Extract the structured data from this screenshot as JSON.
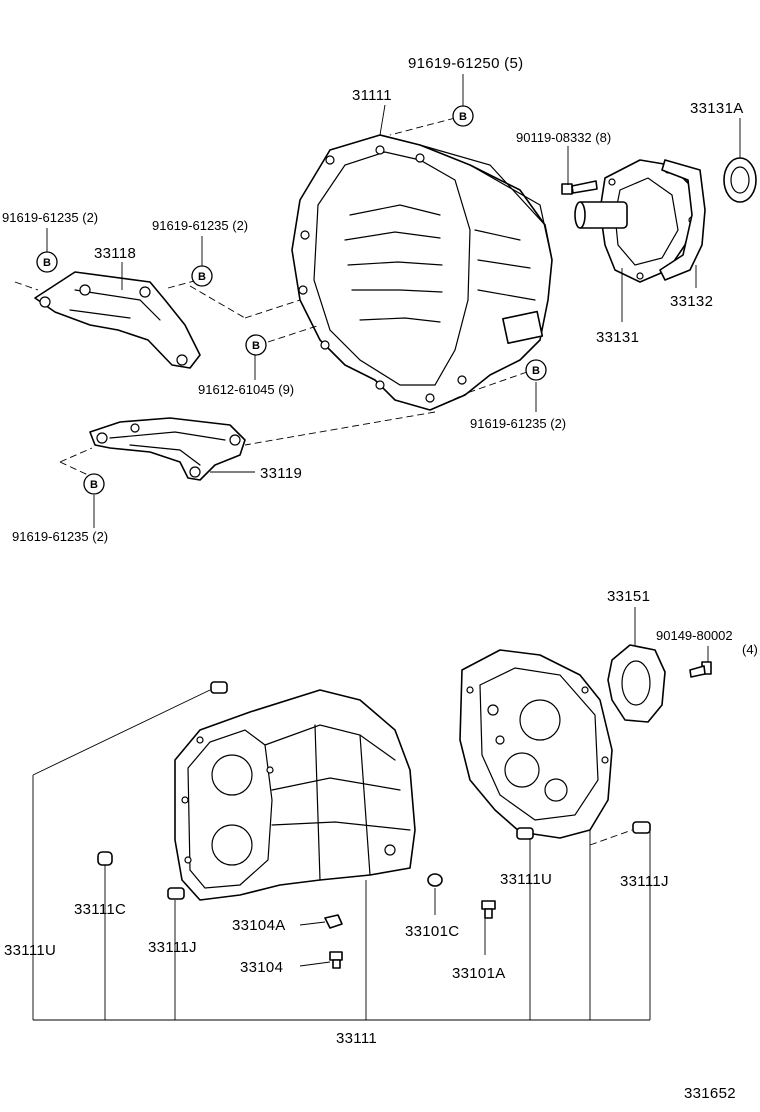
{
  "labels": {
    "housing_upper": "31111",
    "bolt_top": "91619-61250 (5)",
    "seal_top_right": "33131A",
    "bolt_retainer": "90119-08332 (8)",
    "bolt_left_bracket": "91619-61235 (2)",
    "bolt_left_mid": "91619-61235 (2)",
    "bracket_upper": "33118",
    "gasket": "33132",
    "retainer": "33131",
    "bolt_housing": "91612-61045 (9)",
    "bolt_right": "91619-61235 (2)",
    "bracket_lower": "33119",
    "bolt_lower": "91619-61235 (2)",
    "extension_seal": "33151",
    "bolt_extension": "90149-80002",
    "bolt_extension_qty": "(4)",
    "pin_c_left": "33111C",
    "pin_u_left": "33111U",
    "pin_j_left": "33111J",
    "plug_a": "33104A",
    "plug": "33104",
    "plug_c": "33101C",
    "plug_a2": "33101A",
    "pin_u_right": "33111U",
    "pin_j_right": "33111J",
    "case_main": "33111",
    "diagram_code": "331652"
  },
  "marker": {
    "symbol": "B"
  }
}
